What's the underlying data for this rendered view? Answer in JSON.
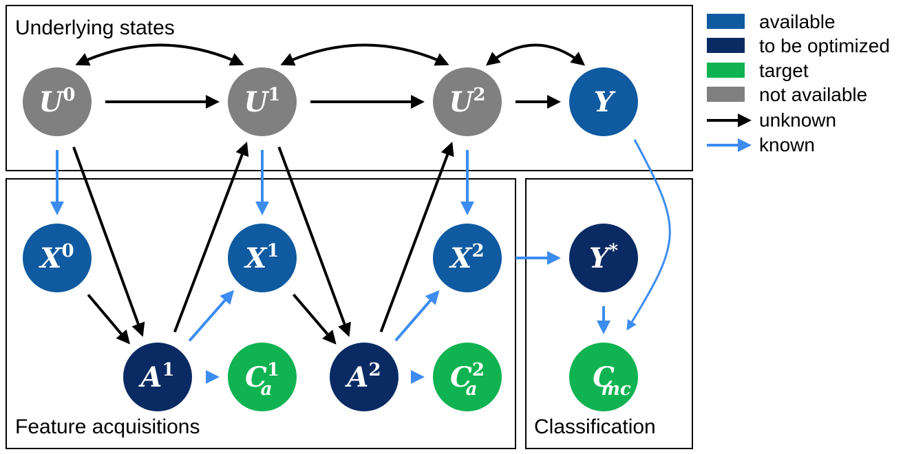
{
  "colors": {
    "available": "#0f5aa0",
    "to_be_optimized": "#0a2a63",
    "target": "#0fb351",
    "not_available": "#808080",
    "unknown": "#000000",
    "known": "#3c8cf0"
  },
  "panels": {
    "underlying": "Underlying states",
    "feature": "Feature acquisitions",
    "classification": "Classification"
  },
  "legend": {
    "available": "available",
    "to_be_optimized": "to be optimized",
    "target": "target",
    "not_available": "not available",
    "unknown": "unknown",
    "known": "known"
  },
  "nodes": [
    {
      "id": "U0",
      "var": "U",
      "sup": "0",
      "sub": "",
      "kind": "not_available"
    },
    {
      "id": "U1",
      "var": "U",
      "sup": "1",
      "sub": "",
      "kind": "not_available"
    },
    {
      "id": "U2",
      "var": "U",
      "sup": "2",
      "sub": "",
      "kind": "not_available"
    },
    {
      "id": "Y",
      "var": "Y",
      "sup": "",
      "sub": "",
      "kind": "available"
    },
    {
      "id": "X0",
      "var": "X",
      "sup": "0",
      "sub": "",
      "kind": "available"
    },
    {
      "id": "X1",
      "var": "X",
      "sup": "1",
      "sub": "",
      "kind": "available"
    },
    {
      "id": "X2",
      "var": "X",
      "sup": "2",
      "sub": "",
      "kind": "available"
    },
    {
      "id": "Ystar",
      "var": "Y",
      "sup": "*",
      "sub": "",
      "kind": "to_be_optimized"
    },
    {
      "id": "A1",
      "var": "A",
      "sup": "1",
      "sub": "",
      "kind": "to_be_optimized"
    },
    {
      "id": "A2",
      "var": "A",
      "sup": "2",
      "sub": "",
      "kind": "to_be_optimized"
    },
    {
      "id": "C1",
      "var": "C",
      "sup": "1",
      "sub": "a",
      "kind": "target"
    },
    {
      "id": "C2",
      "var": "C",
      "sup": "2",
      "sub": "a",
      "kind": "target"
    },
    {
      "id": "Cmc",
      "var": "C",
      "sup": "",
      "sub": "mc",
      "kind": "target"
    }
  ],
  "edges": [
    {
      "from": "U0",
      "to": "U1",
      "type": "unknown"
    },
    {
      "from": "U1",
      "to": "U2",
      "type": "unknown"
    },
    {
      "from": "U2",
      "to": "Y",
      "type": "unknown"
    },
    {
      "from": "U0",
      "to": "U1",
      "type": "unknown",
      "shape": "bidirectional-arc"
    },
    {
      "from": "U1",
      "to": "U2",
      "type": "unknown",
      "shape": "bidirectional-arc"
    },
    {
      "from": "U2",
      "to": "Y",
      "type": "unknown",
      "shape": "bidirectional-arc"
    },
    {
      "from": "U0",
      "to": "X0",
      "type": "known"
    },
    {
      "from": "U1",
      "to": "X1",
      "type": "known"
    },
    {
      "from": "U2",
      "to": "X2",
      "type": "known"
    },
    {
      "from": "U0",
      "to": "A1",
      "type": "unknown"
    },
    {
      "from": "X0",
      "to": "A1",
      "type": "unknown"
    },
    {
      "from": "A1",
      "to": "U1",
      "type": "unknown"
    },
    {
      "from": "A1",
      "to": "X1",
      "type": "known"
    },
    {
      "from": "A1",
      "to": "C1",
      "type": "known"
    },
    {
      "from": "U1",
      "to": "A2",
      "type": "unknown"
    },
    {
      "from": "X1",
      "to": "A2",
      "type": "unknown"
    },
    {
      "from": "A2",
      "to": "U2",
      "type": "unknown"
    },
    {
      "from": "A2",
      "to": "X2",
      "type": "known"
    },
    {
      "from": "A2",
      "to": "C2",
      "type": "known"
    },
    {
      "from": "X2",
      "to": "Ystar",
      "type": "known"
    },
    {
      "from": "Ystar",
      "to": "Cmc",
      "type": "known"
    },
    {
      "from": "Y",
      "to": "Cmc",
      "type": "known",
      "shape": "curve"
    }
  ]
}
